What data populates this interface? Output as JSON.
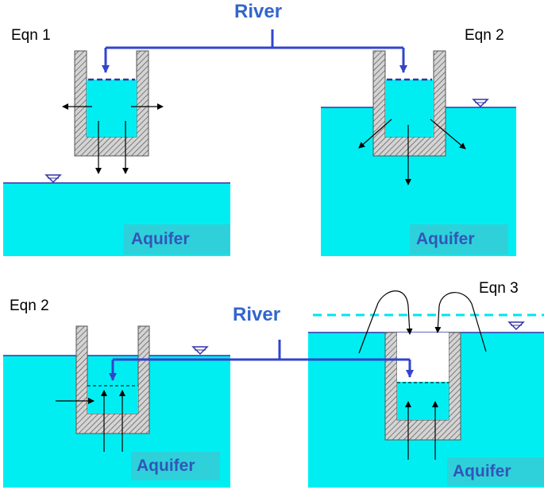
{
  "labels": {
    "eqn_top_left": "Eqn 1",
    "eqn_top_right": "Eqn 2",
    "eqn_bottom_left": "Eqn 2",
    "eqn_bottom_right": "Eqn 3",
    "river_top": "River",
    "river_bottom": "River",
    "aquifer_top_left": "Aquifer",
    "aquifer_top_right": "Aquifer",
    "aquifer_bottom_left": "Aquifer",
    "aquifer_bottom_right": "Aquifer"
  },
  "colors": {
    "water": "#00EEF2",
    "aquifer_box": "#2ED1DA",
    "river_line": "#3344CC",
    "river_text": "#3366CC",
    "aquifer_text": "#3355B8",
    "water_table_line": "#3333AA",
    "wall_fill": "#CCCCCC",
    "wall_stroke": "#555555",
    "arrow": "#000000"
  }
}
